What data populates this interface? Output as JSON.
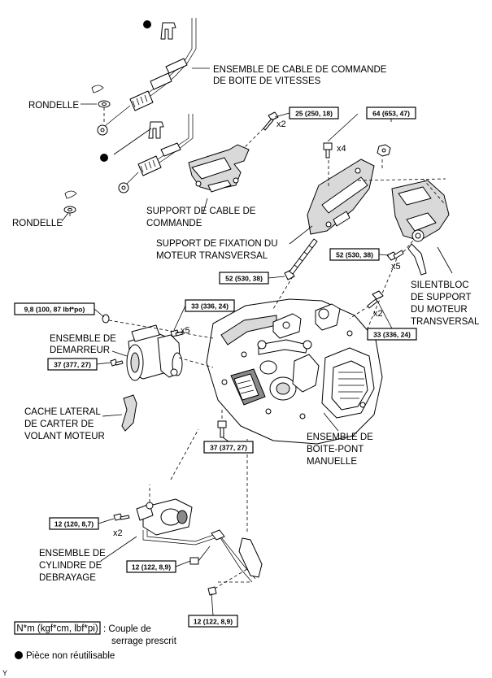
{
  "labels": {
    "cable_assembly_1": "ENSEMBLE DE CABLE DE COMMANDE",
    "cable_assembly_2": "DE BOITE DE VITESSES",
    "washer_upper": "RONDELLE",
    "washer_lower": "RONDELLE",
    "cable_bracket_1": "SUPPORT DE CABLE DE",
    "cable_bracket_2": "COMMANDE",
    "mount_bracket_1": "SUPPORT DE FIXATION DU",
    "mount_bracket_2": "MOTEUR TRANSVERSAL",
    "insulator_1": "SILENTBLOC",
    "insulator_2": "DE SUPPORT",
    "insulator_3": "DU MOTEUR",
    "insulator_4": "TRANSVERSAL",
    "starter_1": "ENSEMBLE DE",
    "starter_2": "DEMARREUR",
    "flywheel_cover_1": "CACHE LATERAL",
    "flywheel_cover_2": "DE CARTER DE",
    "flywheel_cover_3": "VOLANT MOTEUR",
    "transaxle_1": "ENSEMBLE DE",
    "transaxle_2": "BOITE-PONT",
    "transaxle_3": "MANUELLE",
    "clutch_cyl_1": "ENSEMBLE DE",
    "clutch_cyl_2": "CYLINDRE DE",
    "clutch_cyl_3": "DEBRAYAGE"
  },
  "torques": {
    "t_25": "25 (250, 18)",
    "t_64": "64 (653, 47)",
    "t_52a": "52 (530, 38)",
    "t_52b": "52 (530, 38)",
    "t_98": "9,8 (100, 87 lbf*po)",
    "t_33a": "33 (336, 24)",
    "t_33b": "33 (336, 24)",
    "t_37a": "37 (377, 27)",
    "t_37b": "37 (377, 27)",
    "t_12a": "12 (120, 8,7)",
    "t_12b": "12 (122, 8,9)",
    "t_12c": "12 (122, 8,9)"
  },
  "multipliers": {
    "x2_bracket": "x2",
    "x4_mount": "x4",
    "x5_insulator": "x5",
    "x2_trans": "x2",
    "x5_starter": "x5",
    "x2_clutch": "x2"
  },
  "legend": {
    "unit_box": "N*m (kgf*cm, lbf*pi)",
    "unit_desc_1": ": Couple de",
    "unit_desc_2": "serrage prescrit",
    "nonreusable": "Pièce non réutilisable"
  },
  "corner_mark": "Y"
}
